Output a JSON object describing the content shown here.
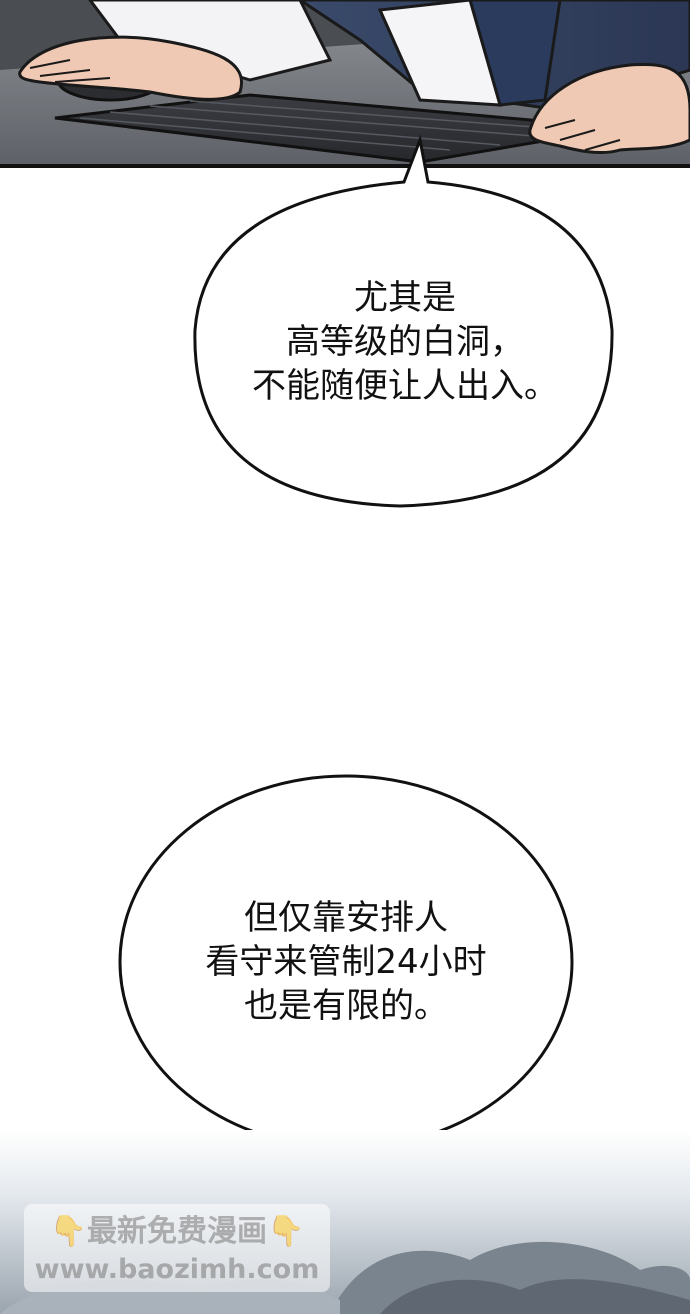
{
  "bubbles": [
    {
      "lines": [
        "尤其是",
        "高等级的白洞，",
        "不能随便让人出入。"
      ]
    },
    {
      "lines": [
        "但仅靠安排人",
        "看守来管制24小时",
        "也是有限的。"
      ]
    }
  ],
  "watermark": {
    "line1": "👇最新免费漫画👇",
    "line2": "www.baozimh.com"
  },
  "colors": {
    "ink": "#111111",
    "background": "#ffffff"
  }
}
